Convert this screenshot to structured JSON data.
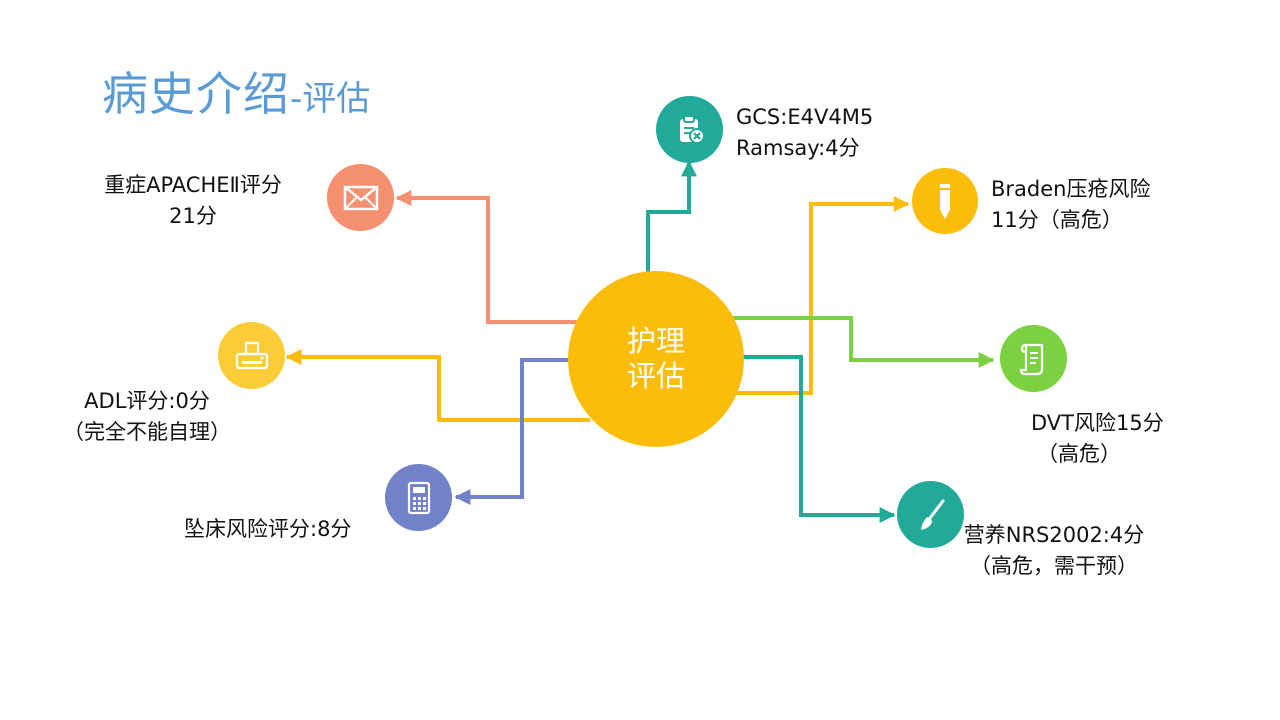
{
  "title": {
    "main": "病史介绍",
    "sub": "-评估"
  },
  "center": {
    "line1": "护理",
    "line2": "评估",
    "color": "#fbbd09"
  },
  "items": {
    "gcs": {
      "line1": "GCS:E4V4M5",
      "line2": "Ramsay:4分",
      "icon": "clipboard-icon",
      "color": "#21a99a"
    },
    "apache": {
      "line1": "重症APACHEⅡ评分",
      "line2": "21分",
      "icon": "envelope-icon",
      "color": "#f4906f"
    },
    "braden": {
      "line1": "Braden压疮风险",
      "line2": "11分（高危）",
      "icon": "pencil-icon",
      "color": "#fbbd09"
    },
    "adl": {
      "line1": "ADL评分:0分",
      "line2": "（完全不能自理）",
      "icon": "printer-icon",
      "color": "#fbcc38"
    },
    "dvt": {
      "line1": "DVT风险15分",
      "line2": "（高危）",
      "icon": "scroll-icon",
      "color": "#7cd140"
    },
    "fall": {
      "line1": "坠床风险评分:8分",
      "icon": "calculator-icon",
      "color": "#7182c8"
    },
    "nutrition": {
      "line1": "营养NRS2002:4分",
      "line2": "（高危，需干预）",
      "icon": "brush-icon",
      "color": "#21a99a"
    }
  }
}
